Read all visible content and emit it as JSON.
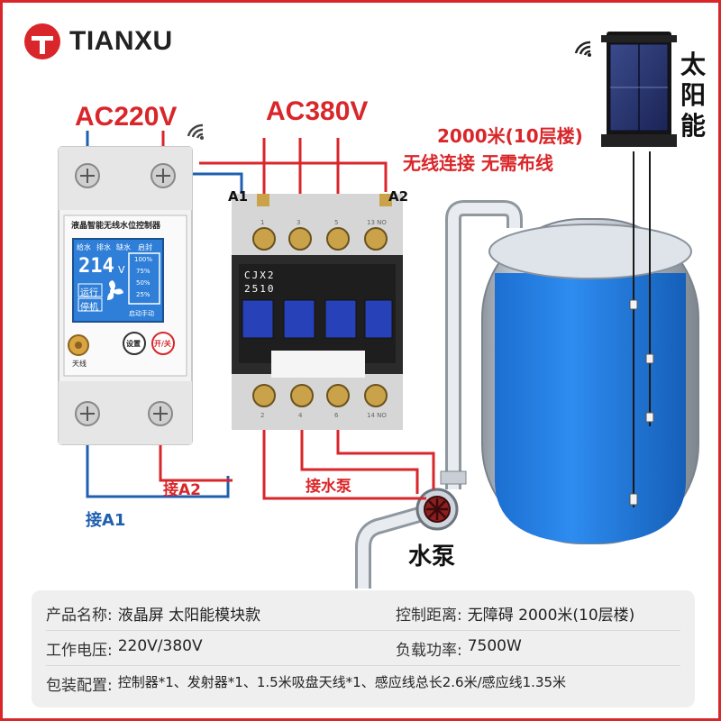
{
  "brand": {
    "name": "TIANXU"
  },
  "labels": {
    "ac220": "AC220V",
    "ac380": "AC380V",
    "distance": "2000米(10层楼)",
    "wireless": "无线连接 无需布线",
    "solar": [
      "太",
      "阳",
      "能"
    ],
    "a1": "A1",
    "a2": "A2",
    "connect_a2": "接A2",
    "connect_a1": "接A1",
    "connect_pump": "接水泵",
    "pump": "水泵"
  },
  "controller": {
    "title": "液晶智能无线水位控制器",
    "tabs": [
      "给水",
      "排水",
      "缺水",
      "启封"
    ],
    "voltage": "214",
    "unit": "V",
    "run": "运行",
    "stop": "停机",
    "levels": [
      "100%",
      "75%",
      "50%",
      "25%"
    ],
    "mode": "启动手动",
    "antenna": "天线",
    "set_btn": "设置",
    "onoff_btn": "开/关"
  },
  "contactor": {
    "model": "CJX2",
    "rating": "2510",
    "top_nums": [
      "1",
      "3",
      "5",
      "13 NO"
    ],
    "bottom_nums": [
      "2",
      "4",
      "6",
      "14 NO"
    ]
  },
  "specs": [
    [
      {
        "k": "产品名称:",
        "v": "液晶屏 太阳能模块款"
      },
      {
        "k": "控制距离:",
        "v": "无障碍 2000米(10层楼)"
      }
    ],
    [
      {
        "k": "工作电压:",
        "v": "220V/380V"
      },
      {
        "k": "负载功率:",
        "v": "7500W"
      }
    ],
    [
      {
        "k": "包装配置:",
        "v": "控制器*1、发射器*1、1.5米吸盘天线*1、感应线总长2.6米/感应线1.35米"
      }
    ]
  ],
  "colors": {
    "accent": "#d9262a",
    "wire_blue": "#1f5fb0",
    "water": "#1f7fe0",
    "lcd": "#2f7fd8"
  }
}
